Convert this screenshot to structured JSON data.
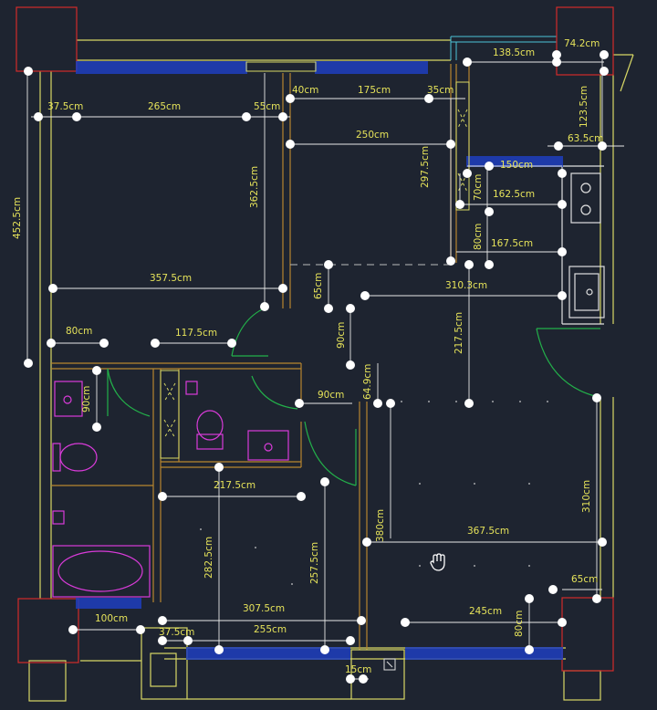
{
  "colors": {
    "background": "#1e2430",
    "wall": "#d8d865",
    "column": "#d22b2b",
    "window": "#1f3fbf",
    "door": "#23b04a",
    "fixture": "#d93bd9",
    "dimension": "#e8e8e8",
    "text": "#e6e35a",
    "grip": "#ffffff",
    "wood": "#b8862f",
    "cyan": "#4cc3d9"
  },
  "dimensions": {
    "d_138_5": "138.5cm",
    "d_74_2": "74.2cm",
    "d_37_5_top": "37.5cm",
    "d_265": "265cm",
    "d_55": "55cm",
    "d_40": "40cm",
    "d_175": "175cm",
    "d_35": "35cm",
    "d_123_5": "123.5cm",
    "d_63_5": "63.5cm",
    "d_250": "250cm",
    "d_150": "150cm",
    "d_297_5": "297.5cm",
    "d_362_5": "362.5cm",
    "d_452_5": "452.5cm",
    "d_70": "70cm",
    "d_162_5": "162.5cm",
    "d_80_mid": "80cm",
    "d_167_5": "167.5cm",
    "d_357_5": "357.5cm",
    "d_65_mid": "65cm",
    "d_310_3": "310.3cm",
    "d_80_left": "80cm",
    "d_117_5": "117.5cm",
    "d_90_vert": "90cm",
    "d_217_5_vert": "217.5cm",
    "d_90_bath": "90cm",
    "d_90_hall": "90cm",
    "d_64_9": "64.9cm",
    "d_217_5_horiz": "217.5cm",
    "d_310_right": "310cm",
    "d_380": "380cm",
    "d_367_5": "367.5cm",
    "d_282_5": "282.5cm",
    "d_257_5": "257.5cm",
    "d_65_right": "65cm",
    "d_307_5": "307.5cm",
    "d_245": "245cm",
    "d_100": "100cm",
    "d_37_5_bottom": "37.5cm",
    "d_255": "255cm",
    "d_80_right": "80cm",
    "d_15": "15cm"
  },
  "icons": {
    "cursor": "hand-cursor-icon"
  }
}
